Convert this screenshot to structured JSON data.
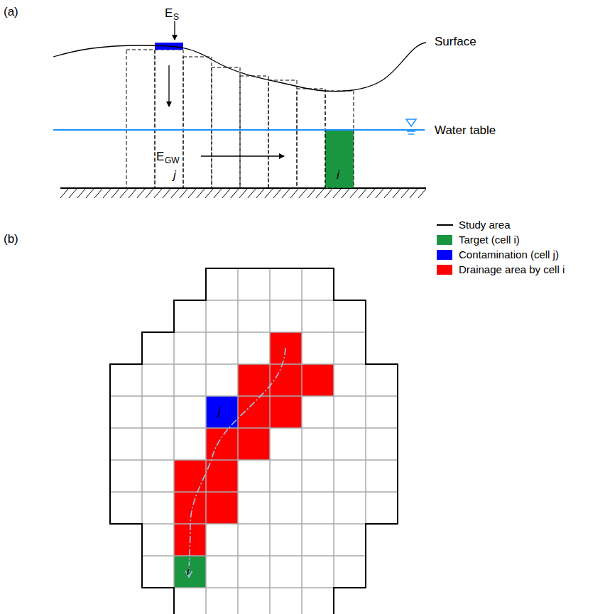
{
  "diagram": {
    "labels": [
      "(a)",
      "E",
      "S",
      "Surface",
      "Water table",
      "E",
      "GW",
      "j",
      "i",
      "(b)",
      "j",
      "i"
    ],
    "legend": [
      {
        "text": "Study area"
      },
      {
        "text": "Target (cell i)",
        "color": "#1a9641"
      },
      {
        "text": "Contamination (cell j)",
        "color": "#0000ff"
      },
      {
        "text": "Drainage area by cell i",
        "color": "#ff0000"
      }
    ]
  }
}
